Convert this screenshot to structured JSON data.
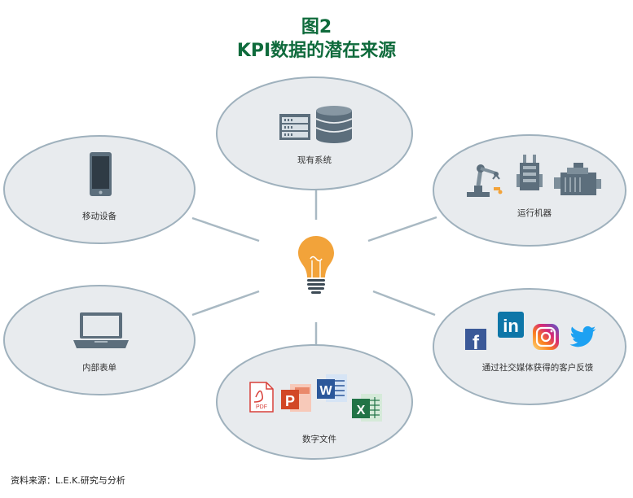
{
  "title": {
    "line1": "图2",
    "line2": "KPI数据的潜在来源"
  },
  "nodes": {
    "existing_systems": {
      "label": "现有系统",
      "icons": [
        "server-rack-icon",
        "database-icon"
      ]
    },
    "mobile_devices": {
      "label": "移动设备",
      "icons": [
        "smartphone-icon"
      ]
    },
    "operating_machines": {
      "label": "运行机器",
      "icons": [
        "robot-arm-icon",
        "transformer-icon",
        "engine-icon"
      ]
    },
    "internal_forms": {
      "label": "内部表单",
      "icons": [
        "laptop-icon"
      ]
    },
    "social_feedback": {
      "label": "通过社交媒体获得的客户反馈",
      "icons": [
        "facebook-icon",
        "linkedin-icon",
        "instagram-icon",
        "twitter-icon"
      ],
      "facebook_text": "f",
      "linkedin_text": "in"
    },
    "digital_files": {
      "label": "数字文件",
      "icons": [
        "pdf-icon",
        "powerpoint-icon",
        "word-icon",
        "excel-icon"
      ],
      "pdf_text": "PDF",
      "ppt_text": "P",
      "word_text": "W",
      "excel_text": "X"
    }
  },
  "center": {
    "icon": "lightbulb-icon"
  },
  "source": "资料来源：L.E.K.研究与分析",
  "colors": {
    "title": "#0f6b3c",
    "ellipse_fill": "#e8ebee",
    "ellipse_stroke": "#9fb1bd",
    "connector": "#a9b9c3",
    "bulb": "#f2a33a"
  }
}
